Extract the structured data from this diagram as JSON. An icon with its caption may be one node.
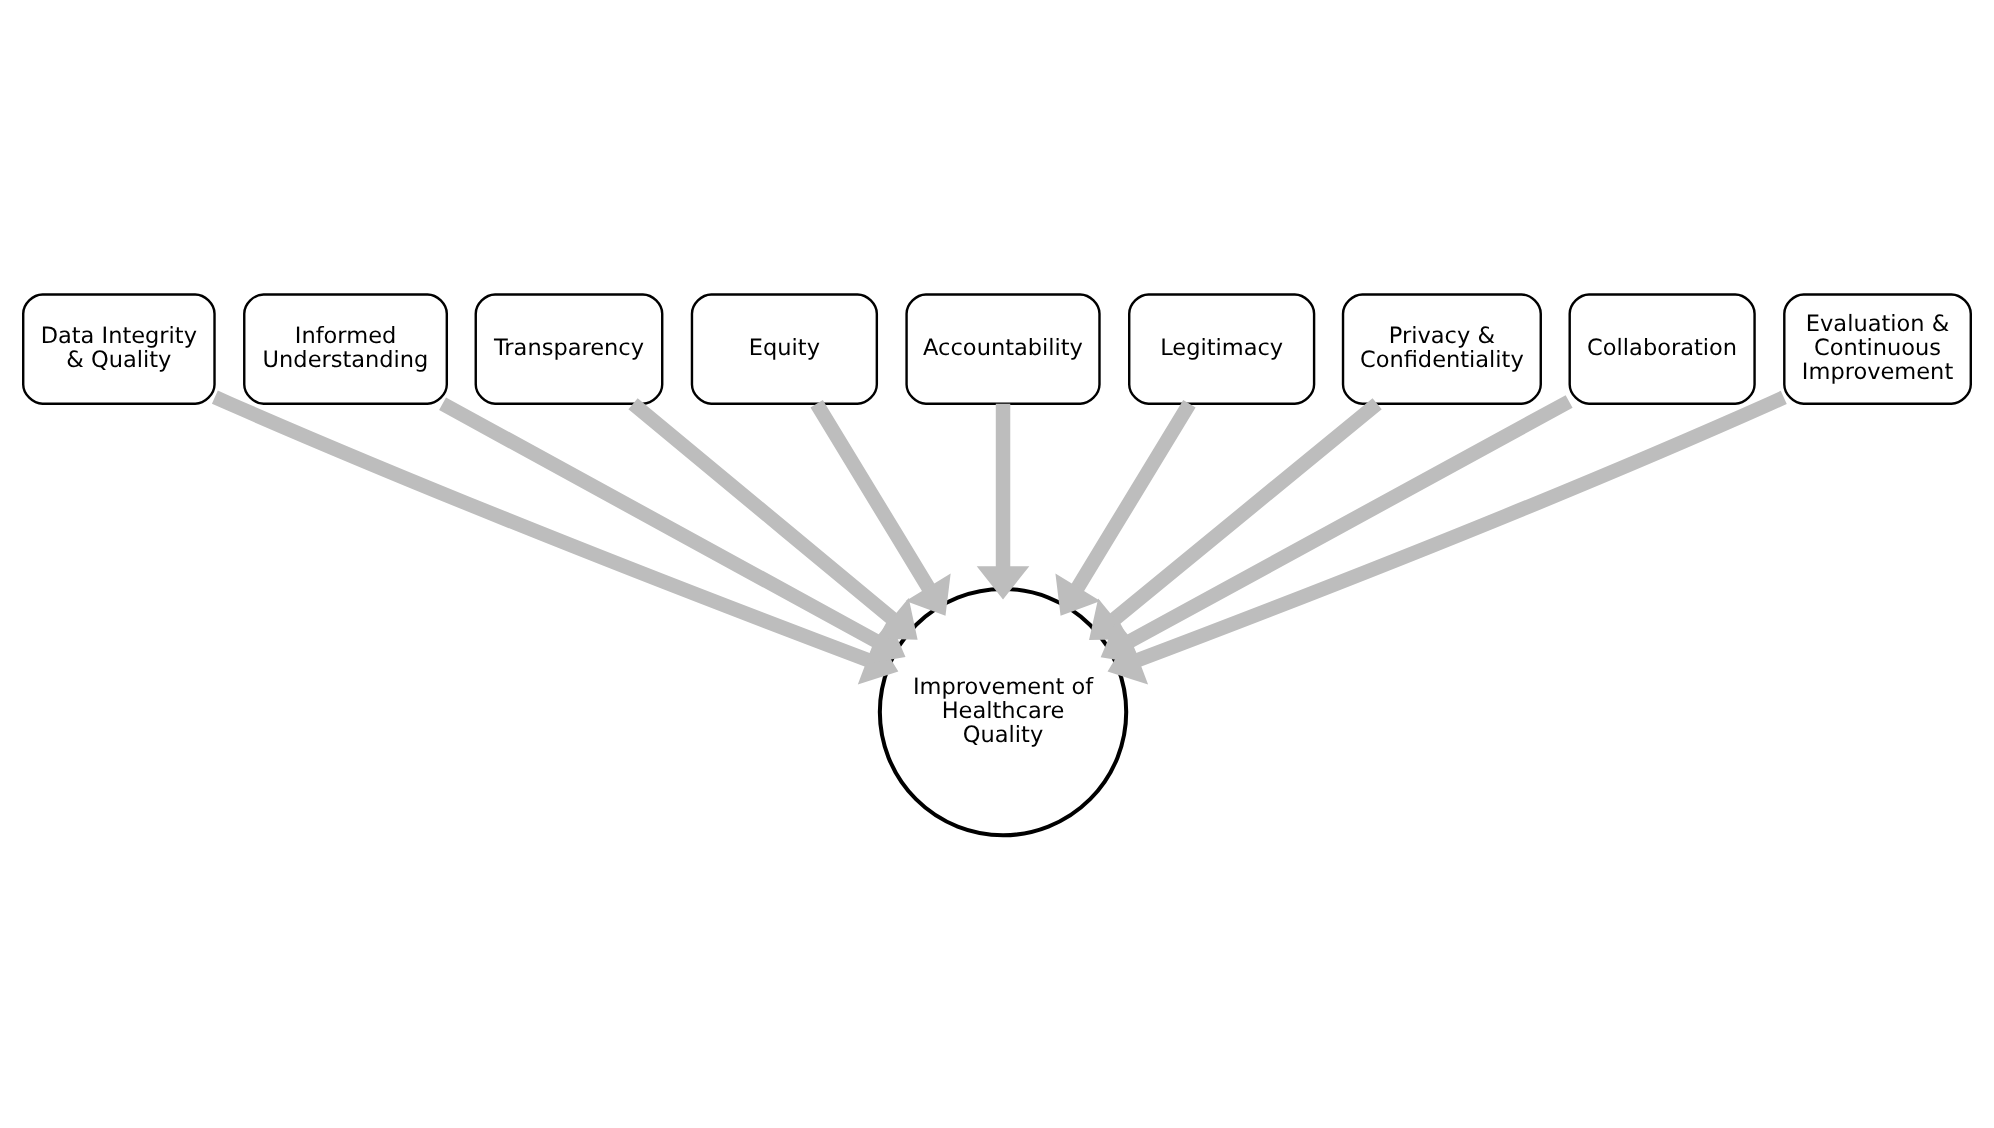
{
  "diagram": {
    "nodes": [
      {
        "text": [
          "Data Integrity & Quality"
        ]
      },
      {
        "text": [
          "Informed Understanding"
        ]
      },
      {
        "text": [
          "Transparency"
        ]
      },
      {
        "text": [
          "Equity"
        ]
      },
      {
        "text": [
          "Accountability"
        ]
      },
      {
        "text": [
          "Legitimacy"
        ]
      },
      {
        "text": [
          "Privacy & Confidentiality"
        ]
      },
      {
        "text": [
          "Collaboration"
        ]
      },
      {
        "text": [
          "Evaluation & Continuous Improvement"
        ]
      },
      {
        "text": [
          "Improvement of Healthcare Quality"
        ]
      }
    ],
    "edges": [
      {
        "from": 0,
        "to": 9,
        "arrow": "to"
      },
      {
        "from": 1,
        "to": 9,
        "arrow": "to"
      },
      {
        "from": 2,
        "to": 9,
        "arrow": "to"
      },
      {
        "from": 3,
        "to": 9,
        "arrow": "to"
      },
      {
        "from": 4,
        "to": 9,
        "arrow": "to"
      },
      {
        "from": 5,
        "to": 9,
        "arrow": "to"
      },
      {
        "from": 6,
        "to": 9,
        "arrow": "to"
      },
      {
        "from": 7,
        "to": 9,
        "arrow": "to"
      },
      {
        "from": 8,
        "to": 9,
        "arrow": "to"
      }
    ]
  }
}
